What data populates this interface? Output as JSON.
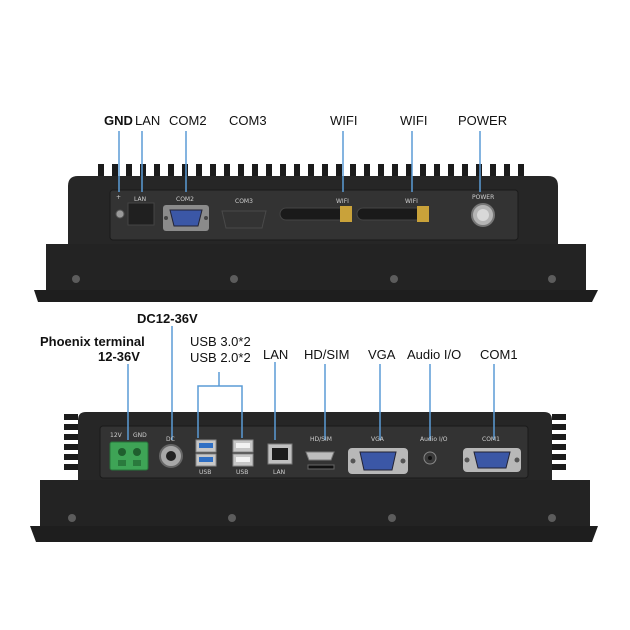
{
  "top_unit": {
    "callouts": {
      "gnd": "GND",
      "lan": "LAN",
      "com2": "COM2",
      "com3": "COM3",
      "wifi1": "WIFI",
      "wifi2": "WIFI",
      "power": "POWER"
    },
    "panel_print": {
      "plus": "+",
      "lan": "LAN",
      "com2": "COM2",
      "com3": "COM3",
      "wifi1": "WIFI",
      "wifi2": "WIFI",
      "power": "POWER"
    }
  },
  "bottom_unit": {
    "callouts": {
      "dc": "DC12-36V",
      "phoenix_line1": "Phoenix terminal",
      "phoenix_line2": "12-36V",
      "usb_line1": "USB 3.0*2",
      "usb_line2": "USB 2.0*2",
      "lan": "LAN",
      "hdsim": "HD/SIM",
      "vga": "VGA",
      "audio": "Audio I/O",
      "com1": "COM1"
    },
    "panel_print": {
      "v12": "12V",
      "gnd": "GND",
      "dc": "DC",
      "usb1": "USB",
      "usb2": "USB",
      "lan": "LAN",
      "hdsim": "HD/SIM",
      "vga": "VGA",
      "audio": "Audio I/O",
      "com1": "COM1"
    }
  },
  "colors": {
    "chassis": "#262626",
    "panel": "#2e2e2e",
    "callout_line": "#5a9bd5",
    "usb3_blue": "#2f6fc4",
    "terminal_green": "#3ea456",
    "serial_blue": "#3b57a6"
  }
}
